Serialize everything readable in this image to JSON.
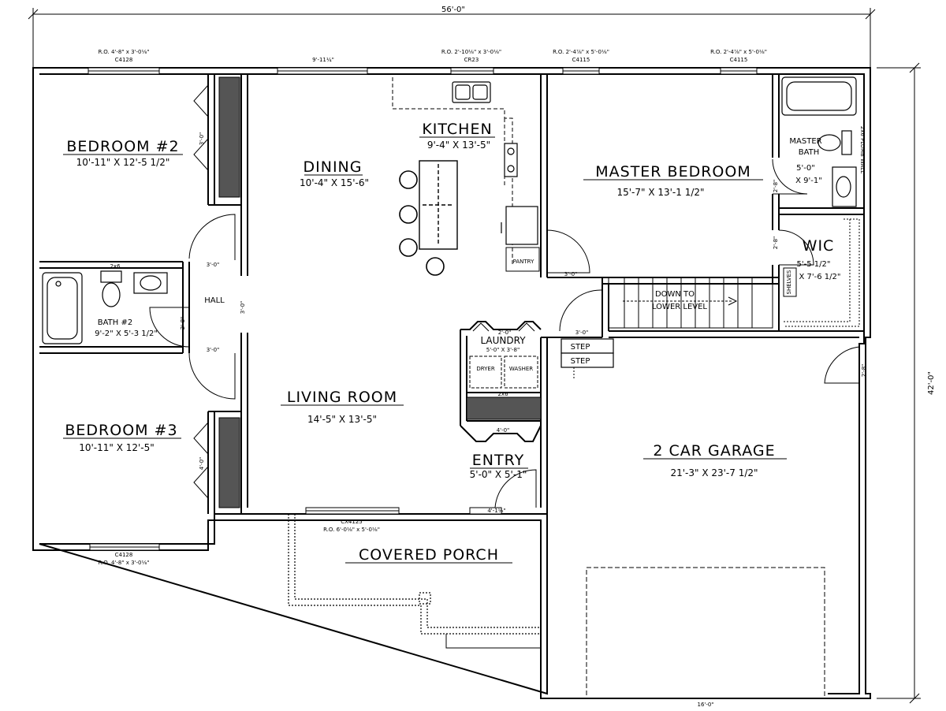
{
  "dims": {
    "overall_width": "56'-0\"",
    "overall_depth": "42'-0\"",
    "garage_door": "16'-0\""
  },
  "windows": {
    "w_bed2_ro": "R.O. 4'-8\" x 3'-0⅛\"",
    "w_bed2_code": "C4128",
    "w_slider": "9'-11¼\"",
    "w_kitchen_ro": "R.O. 2'-10⅛\" x 3'-0⅛\"",
    "w_kitchen_code": "CR23",
    "w_master1_ro": "R.O. 2'-4⅞\" x 5'-0⅛\"",
    "w_master1_code": "C4115",
    "w_master2_ro": "R.O. 2'-4⅞\" x 5'-0⅛\"",
    "w_master2_code": "C4115",
    "w_porch_code": "CX4125",
    "w_porch_ro": "R.O. 6'-0⅛\" x 5'-0⅛\"",
    "w_bed3_code": "C4128",
    "w_bed3_ro": "R.O. 4'-8\" x 3'-0⅛\"",
    "w_entry": "4'-1⅛\""
  },
  "rooms": {
    "bedroom2": {
      "name": "BEDROOM #2",
      "size": "10'-11\" X 12'-5 1/2\""
    },
    "bedroom3": {
      "name": "BEDROOM #3",
      "size": "10'-11\" X 12'-5\""
    },
    "bath2": {
      "name": "BATH #2",
      "size": "9'-2\" X 5'-3 1/2\""
    },
    "hall": {
      "name": "HALL"
    },
    "dining": {
      "name": "DINING",
      "size": "10'-4\" X 15'-6\""
    },
    "kitchen": {
      "name": "KITCHEN",
      "size": "9'-4\" X 13'-5\""
    },
    "pantry": {
      "name": "PANTRY"
    },
    "living": {
      "name": "LIVING ROOM",
      "size": "14'-5\" X 13'-5\""
    },
    "laundry": {
      "name": "LAUNDRY",
      "size": "5'-0\" X 3'-8\"",
      "dryer": "DRYER",
      "washer": "WASHER"
    },
    "entry": {
      "name": "ENTRY",
      "size": "5'-0\" X 5'-1\""
    },
    "porch": {
      "name": "COVERED PORCH"
    },
    "master": {
      "name": "MASTER BEDROOM",
      "size": "15'-7\" X 13'-1 1/2\""
    },
    "mbath": {
      "name1": "MASTER",
      "name2": "BATH",
      "size1": "5'-0\"",
      "size2": "X 9'-1\"",
      "plumb": "2x6 PLUMB WALL"
    },
    "wic": {
      "name": "WIC",
      "size1": "5'-5 1/2\"",
      "size2": "X 7'-6 1/2\"",
      "shelves": "SHELVES"
    },
    "stairs": {
      "line1": "DOWN TO",
      "line2": "LOWER LEVEL"
    },
    "garage": {
      "name": "2 CAR GARAGE",
      "size": "21'-3\" X 23'-7 1/2\""
    }
  },
  "steps": {
    "step1": "STEP",
    "step2": "STEP"
  },
  "doors": {
    "d_bed2": "3'-0\"",
    "d_hall_top": "3'-0\"",
    "d_bath2": "2'-8\"",
    "d_hall_bot": "3'-0\"",
    "d_hall_mid": "3'-0\"",
    "d_bed3": "4'-0\"",
    "d_bath2_code": "2x6",
    "d_laundry_top": "2'-0\"",
    "d_laundry_bot": "4'-0\"",
    "d_laundry_code": "2x6",
    "d_master": "3'-0\"",
    "d_garage": "3'-0\"",
    "d_mbath": "2'-8\"",
    "d_wic": "2'-8\"",
    "d_service": "2'-8\""
  }
}
